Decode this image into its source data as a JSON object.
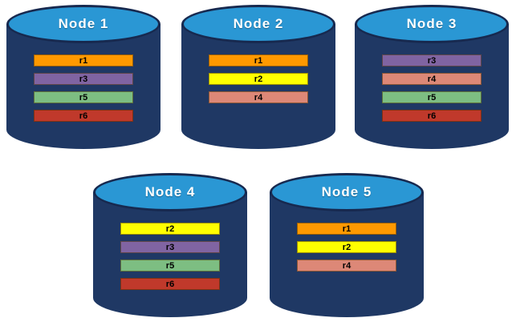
{
  "colors": {
    "cylinder_body": "#1F3864",
    "cylinder_top": "#2A97D4",
    "cylinder_outline": "#17294F",
    "record_r1": "#FF9900",
    "record_r2": "#FFFF00",
    "record_r3": "#8064A2",
    "record_r4": "#DD8877",
    "record_r5": "#7DBE82",
    "record_r6": "#C0392B"
  },
  "nodes": [
    {
      "label": "Node 1",
      "records": [
        {
          "id": "r1",
          "color": "#FF9900"
        },
        {
          "id": "r3",
          "color": "#8064A2"
        },
        {
          "id": "r5",
          "color": "#7DBE82"
        },
        {
          "id": "r6",
          "color": "#C0392B"
        }
      ]
    },
    {
      "label": "Node 2",
      "records": [
        {
          "id": "r1",
          "color": "#FF9900"
        },
        {
          "id": "r2",
          "color": "#FFFF00"
        },
        {
          "id": "r4",
          "color": "#DD8877"
        }
      ]
    },
    {
      "label": "Node 3",
      "records": [
        {
          "id": "r3",
          "color": "#8064A2"
        },
        {
          "id": "r4",
          "color": "#DD8877"
        },
        {
          "id": "r5",
          "color": "#7DBE82"
        },
        {
          "id": "r6",
          "color": "#C0392B"
        }
      ]
    },
    {
      "label": "Node 4",
      "records": [
        {
          "id": "r2",
          "color": "#FFFF00"
        },
        {
          "id": "r3",
          "color": "#8064A2"
        },
        {
          "id": "r5",
          "color": "#7DBE82"
        },
        {
          "id": "r6",
          "color": "#C0392B"
        }
      ]
    },
    {
      "label": "Node 5",
      "records": [
        {
          "id": "r1",
          "color": "#FF9900"
        },
        {
          "id": "r2",
          "color": "#FFFF00"
        },
        {
          "id": "r4",
          "color": "#DD8877"
        }
      ]
    }
  ]
}
